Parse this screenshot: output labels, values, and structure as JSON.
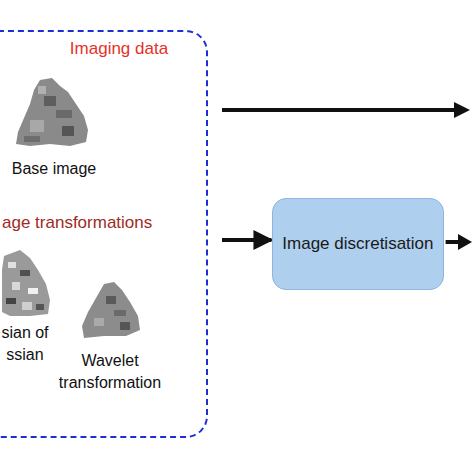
{
  "diagram": {
    "nodes": [
      {
        "text": [
          "Imaging data",
          "age transformations"
        ]
      },
      {
        "text": [
          "Image discretisation"
        ]
      }
    ],
    "edges": [
      {
        "from": 0,
        "to": 1,
        "arrow": "to"
      }
    ],
    "labels": [
      "Base image",
      "sian of ssian",
      "Wavelet transformation"
    ]
  }
}
